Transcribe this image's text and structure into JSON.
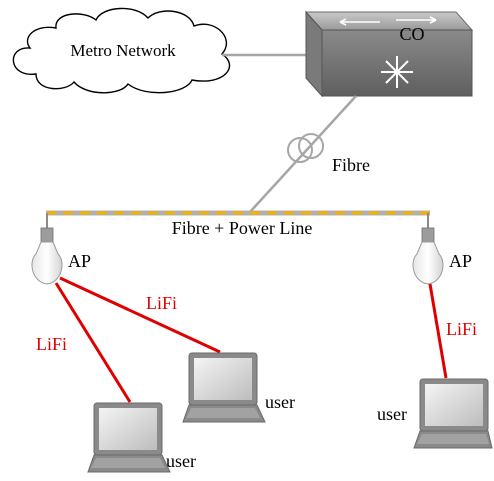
{
  "metro_network": {
    "label": "Metro Network"
  },
  "co": {
    "label": "CO"
  },
  "fibre": {
    "label": "Fibre"
  },
  "backbone": {
    "label": "Fibre + Power Line",
    "fibre_color": "#f0b400",
    "line_color": "#b0b0b0"
  },
  "access_points": [
    {
      "label": "AP"
    },
    {
      "label": "AP"
    }
  ],
  "links": [
    {
      "label": "LiFi"
    },
    {
      "label": "LiFi"
    },
    {
      "label": "LiFi"
    }
  ],
  "users": [
    {
      "label": "user"
    },
    {
      "label": "user"
    },
    {
      "label": "user"
    }
  ],
  "colors": {
    "lifi": "#e00000",
    "device": "#888888",
    "link_gray": "#a6a6a6"
  }
}
